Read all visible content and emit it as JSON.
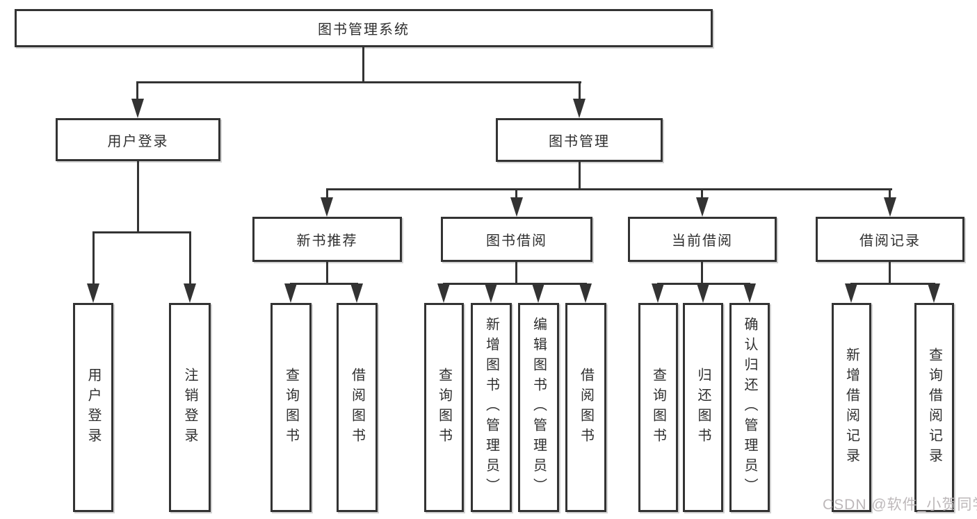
{
  "title": "图书管理系统",
  "watermark": "CSDN @软件_小贺同学",
  "colors": {
    "line": "#333333",
    "box_border": "#333333",
    "box_fill": "#ffffff",
    "text": "#2f2f2f",
    "watermark": "#bdb8ba"
  },
  "nodes": {
    "root": "图书管理系统",
    "user_login": {
      "label": "用户登录",
      "children": {
        "c1": "用户登录",
        "c2": "注销登录"
      }
    },
    "book_mgmt": {
      "label": "图书管理"
    },
    "new_books": {
      "label": "新书推荐",
      "children": {
        "c1": "查询图书",
        "c2": "借阅图书"
      }
    },
    "book_borrow": {
      "label": "图书借阅",
      "children": {
        "c1": "查询图书",
        "c2": "新增图书（管理员）",
        "c3": "编辑图书（管理员）",
        "c4": "借阅图书"
      }
    },
    "current_borrow": {
      "label": "当前借阅",
      "children": {
        "c1": "查询图书",
        "c2": "归还图书",
        "c3": "确认归还（管理员）"
      }
    },
    "borrow_records": {
      "label": "借阅记录",
      "children": {
        "c1": "新增借阅记录",
        "c2": "查询借阅记录"
      }
    }
  }
}
